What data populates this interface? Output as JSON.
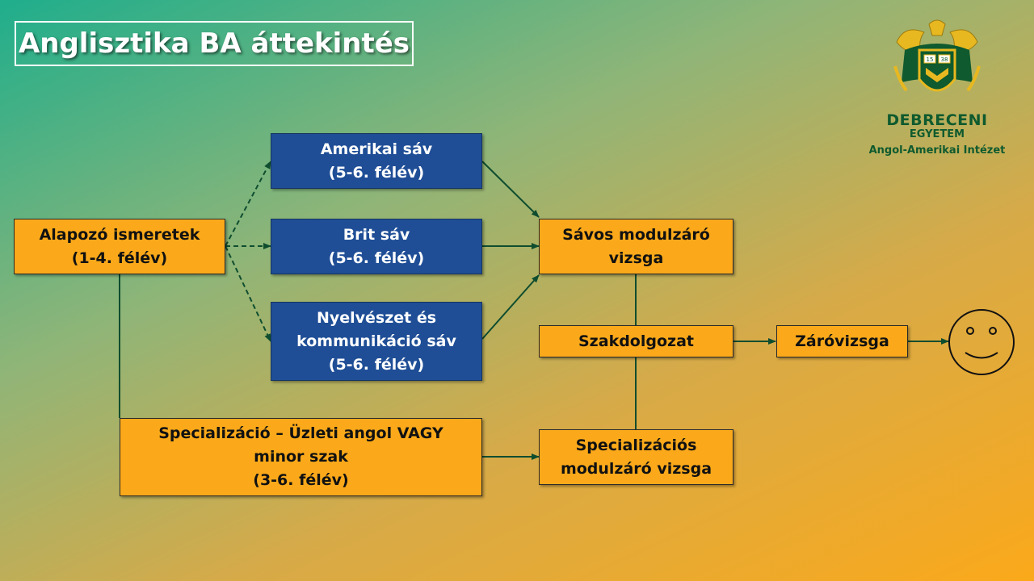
{
  "title": "Anglisztika BA áttekintés",
  "logo": {
    "year_left": "15",
    "year_right": "38",
    "name_line1": "DEBRECENI",
    "name_line2": "EGYETEM",
    "institute": "Angol-Amerikai Intézet"
  },
  "nodes": {
    "alapozo": {
      "line1": "Alapozó ismeretek",
      "line2": "(1-4. félév)"
    },
    "amerikai": {
      "line1": "Amerikai sáv",
      "line2": "(5-6. félév)"
    },
    "brit": {
      "line1": "Brit sáv",
      "line2": "(5-6. félév)"
    },
    "nyelveszet": {
      "line1": "Nyelvészet és",
      "line2": "kommunikáció sáv",
      "line3": "(5-6. félév)"
    },
    "savos": {
      "line1": "Sávos modulzáró",
      "line2": "vizsga"
    },
    "szakdolgozat": {
      "line1": "Szakdolgozat"
    },
    "zarovizsga": {
      "line1": "Záróvizsga"
    },
    "specializacio": {
      "line1": "Specializáció – Üzleti angol VAGY",
      "line2": "minor szak",
      "line3": "(3-6. félév)"
    },
    "spec_vizsga": {
      "line1": "Specializációs",
      "line2": "modulzáró vizsga"
    }
  },
  "colors": {
    "orange_box": "#fba91a",
    "blue_box": "#1f4e96",
    "connector": "#0f4d2f"
  },
  "icons": {
    "end": "smiley-icon",
    "logo": "university-crest-icon"
  }
}
